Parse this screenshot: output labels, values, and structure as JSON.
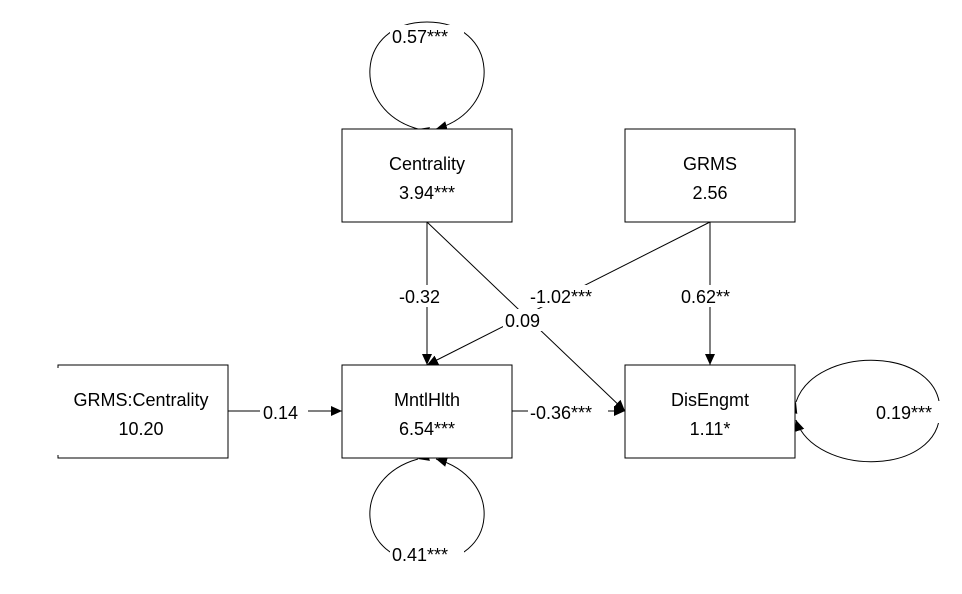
{
  "diagram": {
    "nodes": {
      "centrality": {
        "name": "Centrality",
        "value": "3.94***"
      },
      "grms": {
        "name": "GRMS",
        "value": "2.56"
      },
      "interaction": {
        "name": "GRMS:Centrality",
        "value": "10.20"
      },
      "mntlhlth": {
        "name": "MntlHlth",
        "value": "6.54***"
      },
      "disengmt": {
        "name": "DisEngmt",
        "value": "1.11*"
      }
    },
    "paths": {
      "centrality_to_mntlhlth": "-0.32",
      "centrality_to_disengmt": "0.09",
      "grms_to_mntlhlth": "-1.02***",
      "grms_to_disengmt": "0.62**",
      "interaction_to_mntlhlth": "0.14",
      "mntlhlth_disengmt_cov": "-0.36***"
    },
    "variances": {
      "centrality": "0.57***",
      "mntlhlth": "0.41***",
      "disengmt": "0.19***"
    }
  }
}
